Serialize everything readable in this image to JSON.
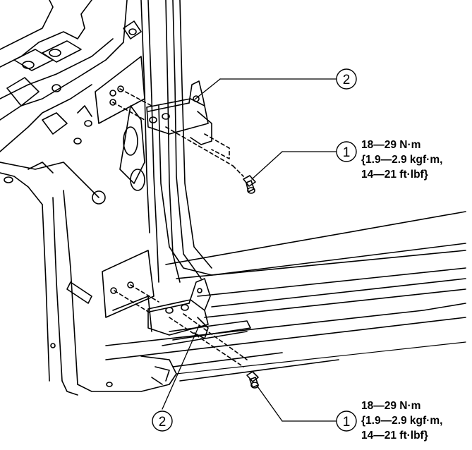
{
  "callouts": {
    "bolt": "1",
    "hinge": "2"
  },
  "torque_spec_upper": {
    "line1": "18—29 N·m",
    "line2": "{1.9—2.9 kgf·m,",
    "line3": "14—21 ft·lbf}"
  },
  "torque_spec_lower": {
    "line1": "18—29 N·m",
    "line2": "{1.9—2.9 kgf·m,",
    "line3": "14—21 ft·lbf}"
  },
  "colors": {
    "line": "#000000",
    "background": "#ffffff"
  }
}
